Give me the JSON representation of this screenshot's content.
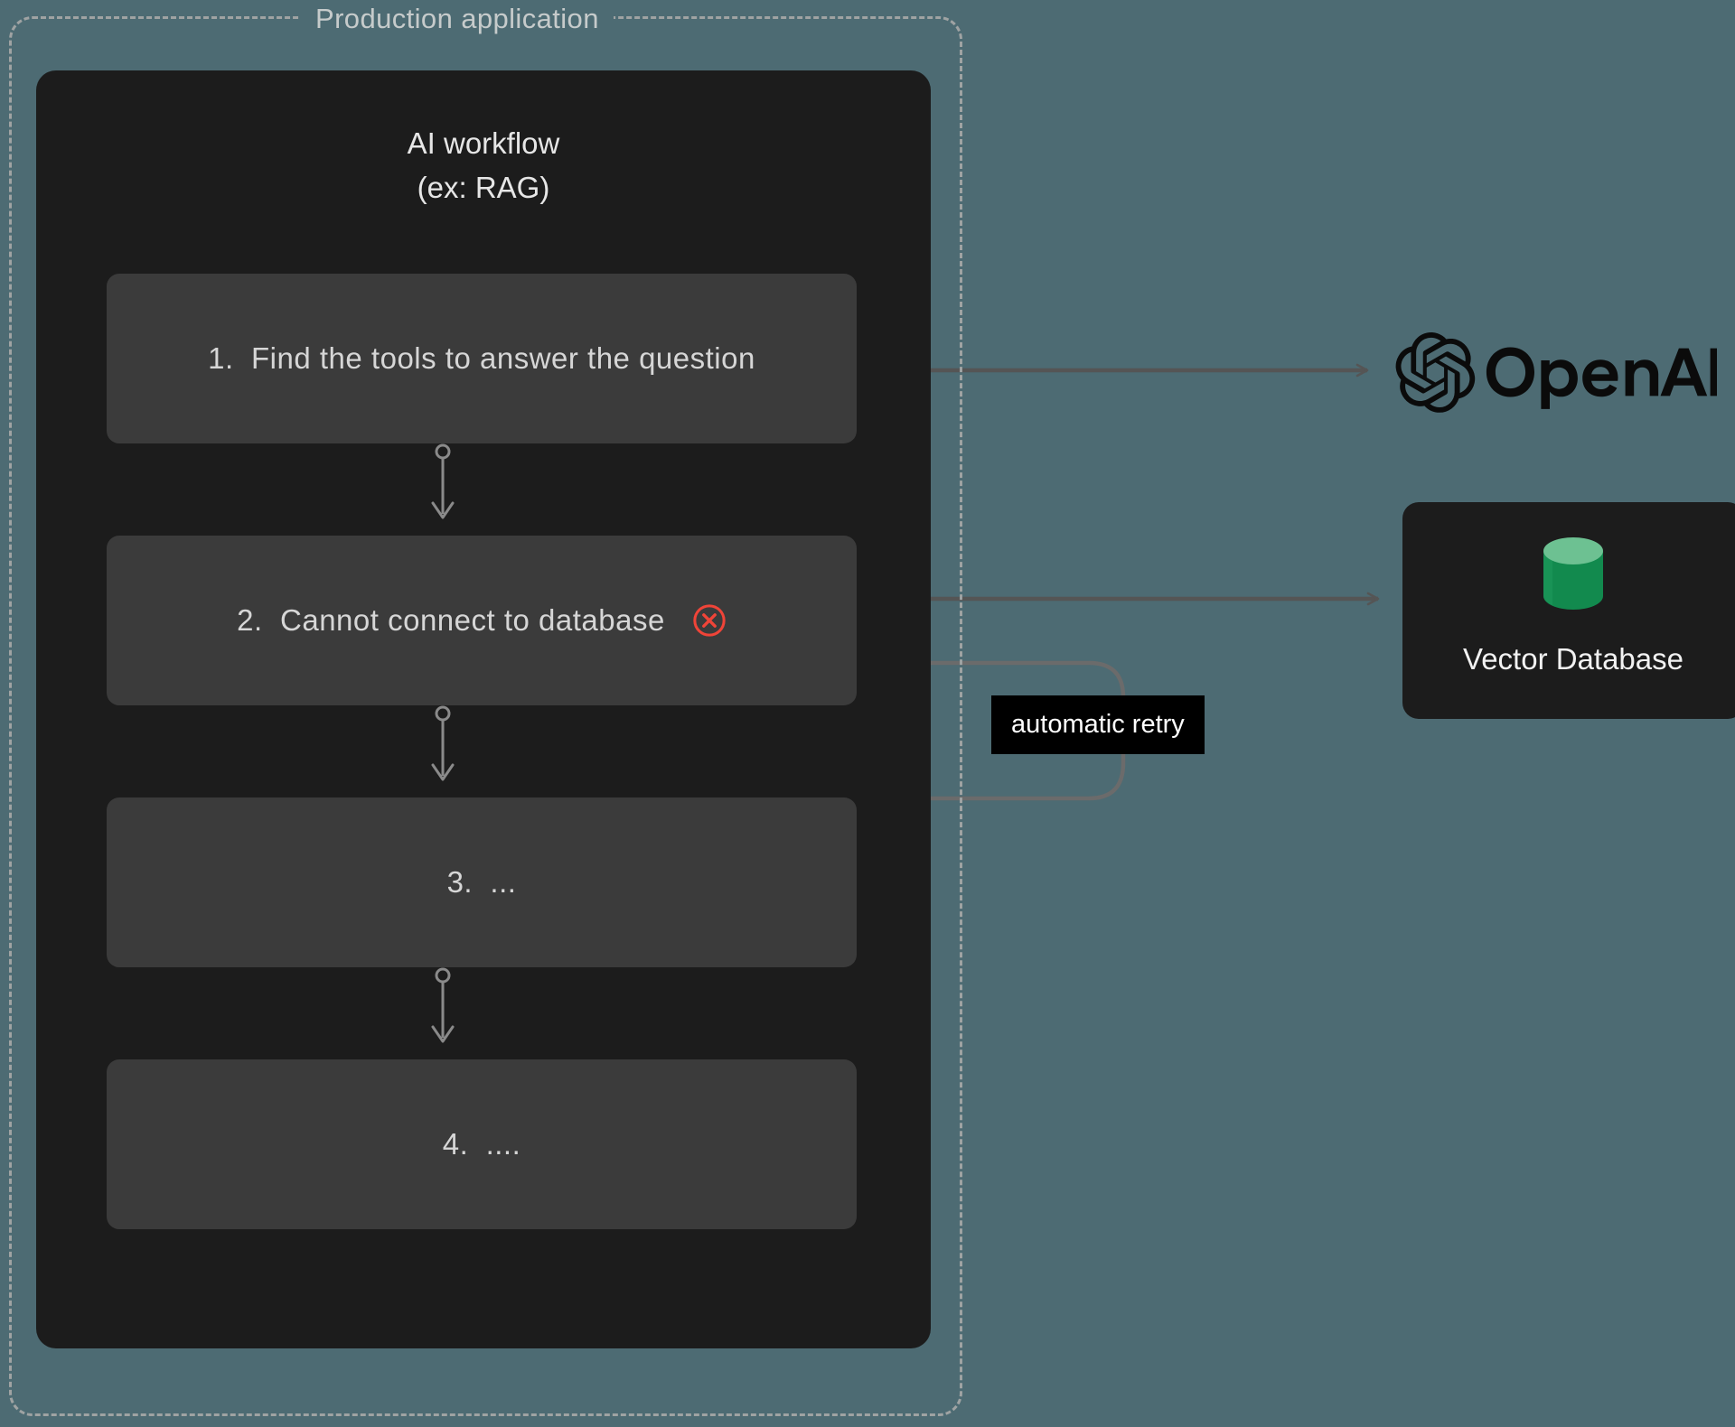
{
  "container": {
    "title": "Production application"
  },
  "workflow": {
    "title": "AI workflow\n(ex: RAG)",
    "steps": [
      {
        "label": "1.  Find the tools to answer the question",
        "status": "ok",
        "status_icon": ""
      },
      {
        "label": "2.  Cannot connect to database",
        "status": "error",
        "status_icon": "error-circle-x-icon"
      },
      {
        "label": "3.  ...",
        "status": "ok",
        "status_icon": ""
      },
      {
        "label": "4.  ....",
        "status": "ok",
        "status_icon": ""
      }
    ]
  },
  "services": {
    "openai": {
      "name": "OpenAI",
      "icon": "openai-logo-icon"
    },
    "vector_db": {
      "label": "Vector Database",
      "icon": "database-cylinder-icon"
    }
  },
  "annotations": {
    "retry_label": "automatic retry"
  },
  "icons": {
    "connector_arrow": "arrow-down-icon",
    "link_arrow_right": "arrow-right-icon",
    "link_arrow_left": "arrow-left-icon"
  },
  "colors": {
    "page_background": "#4d6b73",
    "panel_background": "#1c1c1c",
    "step_background": "#3b3b3b",
    "dashed_border": "#9fa3a3",
    "error_red": "#f04438",
    "database_green_top": "#6dc192",
    "database_green_body": "#128a4e",
    "connector_gray": "#8a8a8a",
    "link_gray": "#555555",
    "text_primary": "#e6e6e6",
    "text_muted": "#c6cbcb"
  }
}
